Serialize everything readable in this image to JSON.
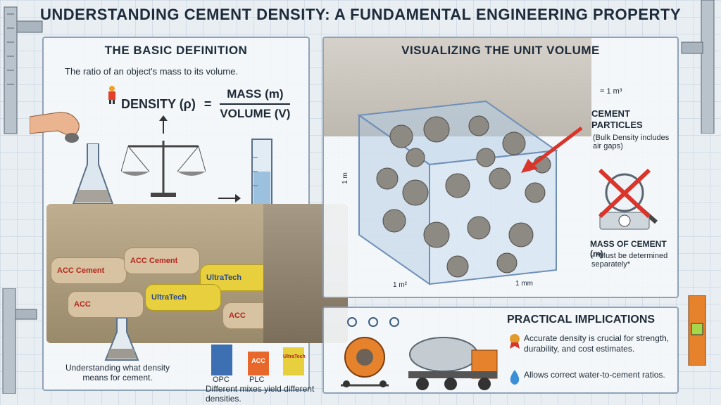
{
  "title": "UNDERSTANDING CEMENT DENSITY: A FUNDAMENTAL ENGINEERING PROPERTY",
  "definition": {
    "heading": "THE BASIC DEFINITION",
    "text": "The ratio of an object's mass to its volume.",
    "formula_lhs": "DENSITY (ρ)",
    "formula_eq": "=",
    "formula_num": "MASS (m)",
    "formula_den": "VOLUME (V)",
    "bags": [
      "ACC Cement",
      "ACC Cement",
      "UltraTech",
      "ACC",
      "UltraTech",
      "ACC"
    ],
    "caption": "Understanding what density means for cement.",
    "mix_labels": [
      "OPC",
      "PLC"
    ],
    "mix_badges": [
      "ACC",
      "UltraTech"
    ],
    "mix_caption": "Different mixes yield different densities."
  },
  "visual": {
    "heading": "VISUALIZING THE UNIT VOLUME",
    "volume_note": "= 1 m³",
    "side_label": "1 m",
    "bottom_label": "1 mm",
    "area_label": "1 m²",
    "particles_heading": "CEMENT PARTICLES",
    "particles_note": "(Bulk Density includes air gaps)",
    "mass_heading": "MASS OF CEMENT (m)",
    "mass_note": "- *Must be determined separately*"
  },
  "implications": {
    "heading": "PRACTICAL IMPLICATIONS",
    "items": [
      {
        "icon": "award-icon",
        "text": "Accurate density is crucial for strength, durability, and cost estimates."
      },
      {
        "icon": "water-drop-icon",
        "text": "Allows correct water-to-cement ratios."
      }
    ]
  },
  "colors": {
    "accent_red": "#d9352b",
    "panel_border": "#8fa3b8",
    "blueprint_bg": "#e9eef3",
    "cube_blue": "#6f8fb8"
  }
}
